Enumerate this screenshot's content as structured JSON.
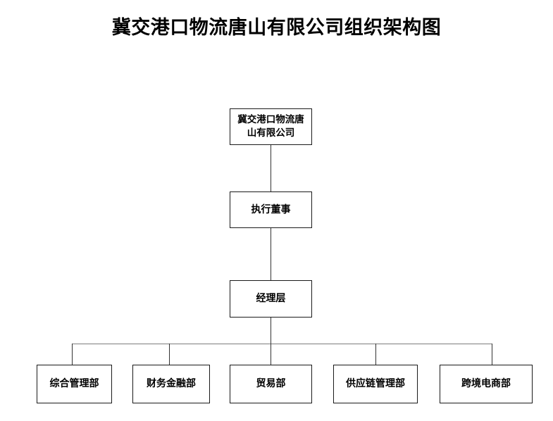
{
  "document": {
    "title": "冀交港口物流唐山有限公司组织架构图"
  },
  "chart_data": {
    "type": "diagram",
    "diagram_type": "organizational-chart",
    "title": "冀交港口物流唐山有限公司组织架构图",
    "orientation": "top-down",
    "background_color": "#ffffff",
    "box_border_color": "#1a1a1a",
    "connector_color": "#333333",
    "distribution_bar_color": "#7d7d7d",
    "nodes": [
      {
        "id": "root",
        "label": "冀交港口物流唐山有限公司",
        "level": 0,
        "parent": null
      },
      {
        "id": "exec",
        "label": "执行董事",
        "level": 1,
        "parent": "root"
      },
      {
        "id": "mgr",
        "label": "经理层",
        "level": 2,
        "parent": "exec"
      },
      {
        "id": "dept0",
        "label": "综合管理部",
        "level": 3,
        "parent": "mgr"
      },
      {
        "id": "dept1",
        "label": "财务金融部",
        "level": 3,
        "parent": "mgr"
      },
      {
        "id": "dept2",
        "label": "贸易部",
        "level": 3,
        "parent": "mgr"
      },
      {
        "id": "dept3",
        "label": "供应链管理部",
        "level": 3,
        "parent": "mgr"
      },
      {
        "id": "dept4",
        "label": "跨境电商部",
        "level": 3,
        "parent": "mgr"
      }
    ],
    "edges": [
      {
        "from": "root",
        "to": "exec"
      },
      {
        "from": "exec",
        "to": "mgr"
      },
      {
        "from": "mgr",
        "to": "dept0"
      },
      {
        "from": "mgr",
        "to": "dept1"
      },
      {
        "from": "mgr",
        "to": "dept2"
      },
      {
        "from": "mgr",
        "to": "dept3"
      },
      {
        "from": "mgr",
        "to": "dept4"
      }
    ]
  },
  "org": {
    "root": {
      "label": "冀交港口物流唐山有限公司"
    },
    "exec": {
      "label": "执行董事"
    },
    "mgr": {
      "label": "经理层"
    },
    "departments": [
      {
        "label": "综合管理部"
      },
      {
        "label": "财务金融部"
      },
      {
        "label": "贸易部"
      },
      {
        "label": "供应链管理部"
      },
      {
        "label": "跨境电商部"
      }
    ]
  }
}
